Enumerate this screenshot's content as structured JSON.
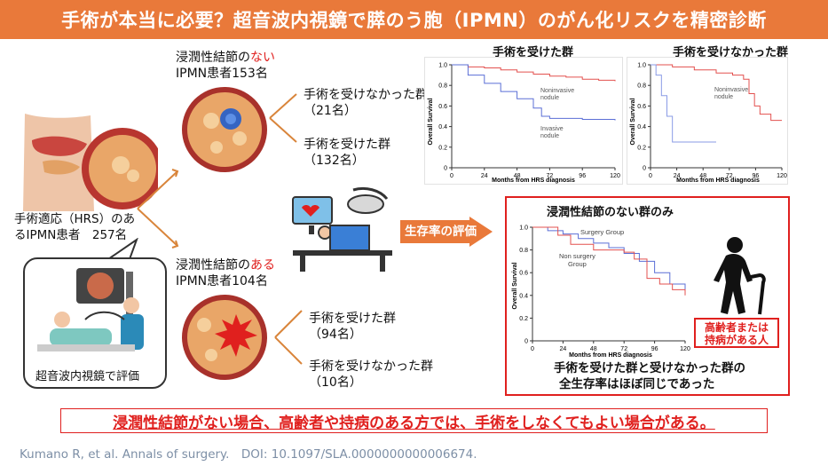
{
  "title": "手術が本当に必要？超音波内視鏡で膵のう胞（IPMN）のがん化リスクを精密診断",
  "left": {
    "patients_line1": "手術適応（HRS）のあ",
    "patients_line2": "るIPMN患者　257名",
    "callout_label": "超音波内視鏡で評価"
  },
  "no_nodule": {
    "line1_prefix": "浸潤性結節の",
    "line1_highlight": "ない",
    "line2": "IPMN患者153名",
    "branch1_label": "手術を受けなかった群",
    "branch1_count": "（21名）",
    "branch2_label": "手術を受けた群",
    "branch2_count": "（132名）"
  },
  "with_nodule": {
    "line1_prefix": "浸潤性結節の",
    "line1_highlight": "ある",
    "line2": "IPMN患者104名",
    "branch1_label": "手術を受けた群",
    "branch1_count": "（94名）",
    "branch2_label": "手術を受けなかった群",
    "branch2_count": "（10名）"
  },
  "survival_arrow": "生存率の評価",
  "charts": {
    "chart1_title": "手術を受けた群",
    "chart2_title": "手術を受けなかった群",
    "chart3_title": "浸潤性結節のない群のみ",
    "ylabel": "Overall Survival",
    "xlabel": "Months from HRS diagnosis",
    "series_noninvasive_line1": "Noninvasive",
    "series_noninvasive_line2": "nodule",
    "series_invasive_line1": "Invasive",
    "series_invasive_line2": "nodule",
    "series_surgery": "Surgery Group",
    "series_nonsurgery_line1": "Non surgery",
    "series_nonsurgery_line2": "Group"
  },
  "chart_data": [
    {
      "type": "line",
      "title": "手術を受けた群",
      "xlabel": "Months from HRS diagnosis",
      "ylabel": "Overall Survival",
      "xlim": [
        0,
        120
      ],
      "ylim": [
        0,
        1.0
      ],
      "xticks": [
        0,
        24,
        48,
        72,
        96,
        120
      ],
      "yticks": [
        0,
        0.2,
        0.4,
        0.6,
        0.8,
        1.0
      ],
      "series": [
        {
          "name": "Noninvasive nodule",
          "color": "#e3514f",
          "points": [
            [
              0,
              1.0
            ],
            [
              12,
              0.98
            ],
            [
              24,
              0.97
            ],
            [
              36,
              0.95
            ],
            [
              48,
              0.93
            ],
            [
              60,
              0.91
            ],
            [
              72,
              0.89
            ],
            [
              84,
              0.88
            ],
            [
              96,
              0.86
            ],
            [
              108,
              0.85
            ],
            [
              120,
              0.84
            ]
          ]
        },
        {
          "name": "Invasive nodule",
          "color": "#5b6fd6",
          "points": [
            [
              0,
              1.0
            ],
            [
              12,
              0.9
            ],
            [
              24,
              0.82
            ],
            [
              36,
              0.74
            ],
            [
              48,
              0.67
            ],
            [
              60,
              0.58
            ],
            [
              66,
              0.5
            ],
            [
              72,
              0.48
            ],
            [
              84,
              0.48
            ],
            [
              96,
              0.47
            ],
            [
              108,
              0.47
            ],
            [
              120,
              0.46
            ]
          ]
        }
      ]
    },
    {
      "type": "line",
      "title": "手術を受けなかった群",
      "xlabel": "Months from HRS diagnosis",
      "ylabel": "Overall Survival",
      "xlim": [
        0,
        120
      ],
      "ylim": [
        0,
        1.0
      ],
      "xticks": [
        0,
        24,
        48,
        72,
        96,
        120
      ],
      "yticks": [
        0,
        0.2,
        0.4,
        0.6,
        0.8,
        1.0
      ],
      "series": [
        {
          "name": "Noninvasive nodule",
          "color": "#e3514f",
          "points": [
            [
              0,
              1.0
            ],
            [
              20,
              0.98
            ],
            [
              40,
              0.95
            ],
            [
              60,
              0.92
            ],
            [
              75,
              0.9
            ],
            [
              85,
              0.86
            ],
            [
              90,
              0.72
            ],
            [
              95,
              0.6
            ],
            [
              100,
              0.52
            ],
            [
              110,
              0.46
            ],
            [
              120,
              0.46
            ]
          ]
        },
        {
          "name": "",
          "color": "#8a9be6",
          "points": [
            [
              0,
              1.0
            ],
            [
              5,
              0.9
            ],
            [
              10,
              0.7
            ],
            [
              15,
              0.5
            ],
            [
              20,
              0.25
            ],
            [
              35,
              0.25
            ],
            [
              50,
              0.25
            ],
            [
              60,
              0.25
            ]
          ]
        }
      ]
    },
    {
      "type": "line",
      "title": "浸潤性結節のない群のみ",
      "xlabel": "Months from HRS diagnosis",
      "ylabel": "Overall Survival",
      "xlim": [
        0,
        120
      ],
      "ylim": [
        0,
        1.0
      ],
      "xticks": [
        0,
        24,
        48,
        72,
        96,
        120
      ],
      "yticks": [
        0,
        0.2,
        0.4,
        0.6,
        0.8,
        1.0
      ],
      "series": [
        {
          "name": "Surgery Group",
          "color": "#5b6fd6",
          "points": [
            [
              0,
              1.0
            ],
            [
              12,
              0.97
            ],
            [
              24,
              0.94
            ],
            [
              36,
              0.9
            ],
            [
              48,
              0.86
            ],
            [
              60,
              0.82
            ],
            [
              72,
              0.77
            ],
            [
              84,
              0.7
            ],
            [
              96,
              0.6
            ],
            [
              108,
              0.5
            ],
            [
              120,
              0.45
            ]
          ]
        },
        {
          "name": "Non surgery Group",
          "color": "#e3514f",
          "points": [
            [
              0,
              1.0
            ],
            [
              10,
              1.0
            ],
            [
              20,
              0.93
            ],
            [
              30,
              0.85
            ],
            [
              48,
              0.8
            ],
            [
              60,
              0.8
            ],
            [
              72,
              0.78
            ],
            [
              80,
              0.72
            ],
            [
              90,
              0.55
            ],
            [
              100,
              0.5
            ],
            [
              110,
              0.45
            ],
            [
              120,
              0.4
            ]
          ]
        }
      ]
    }
  ],
  "elderly_badge_line1": "高齢者または",
  "elderly_badge_line2": "持病がある人",
  "conclusion_line1": "手術を受けた群と受けなかった群の",
  "conclusion_line2": "全生存率はほぼ同じであった",
  "bottom_message": "浸潤性結節がない場合、高齢者や持病のある方では、手術をしなくてもよい場合がある。",
  "citation": "Kumano R, et al. Annals of surgery.　DOI: 10.1097/SLA.0000000000006674.",
  "colors": {
    "accent": "#e9793a",
    "highlight": "#e0201e",
    "citation": "#7d8fa6"
  }
}
